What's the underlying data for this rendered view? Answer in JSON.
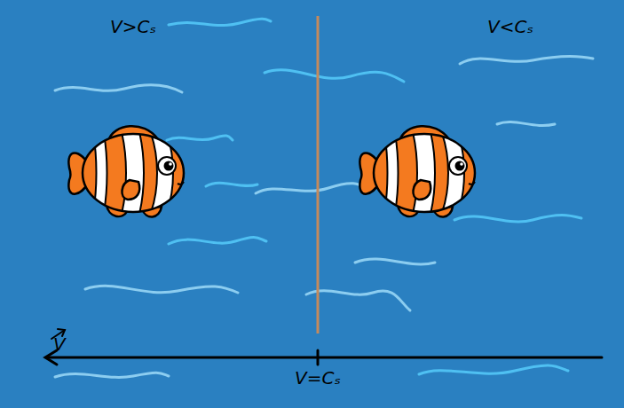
{
  "diagram": {
    "labels": [
      "V>Cₛ",
      "V<Cₛ",
      "V",
      "V=Cₛ"
    ]
  }
}
